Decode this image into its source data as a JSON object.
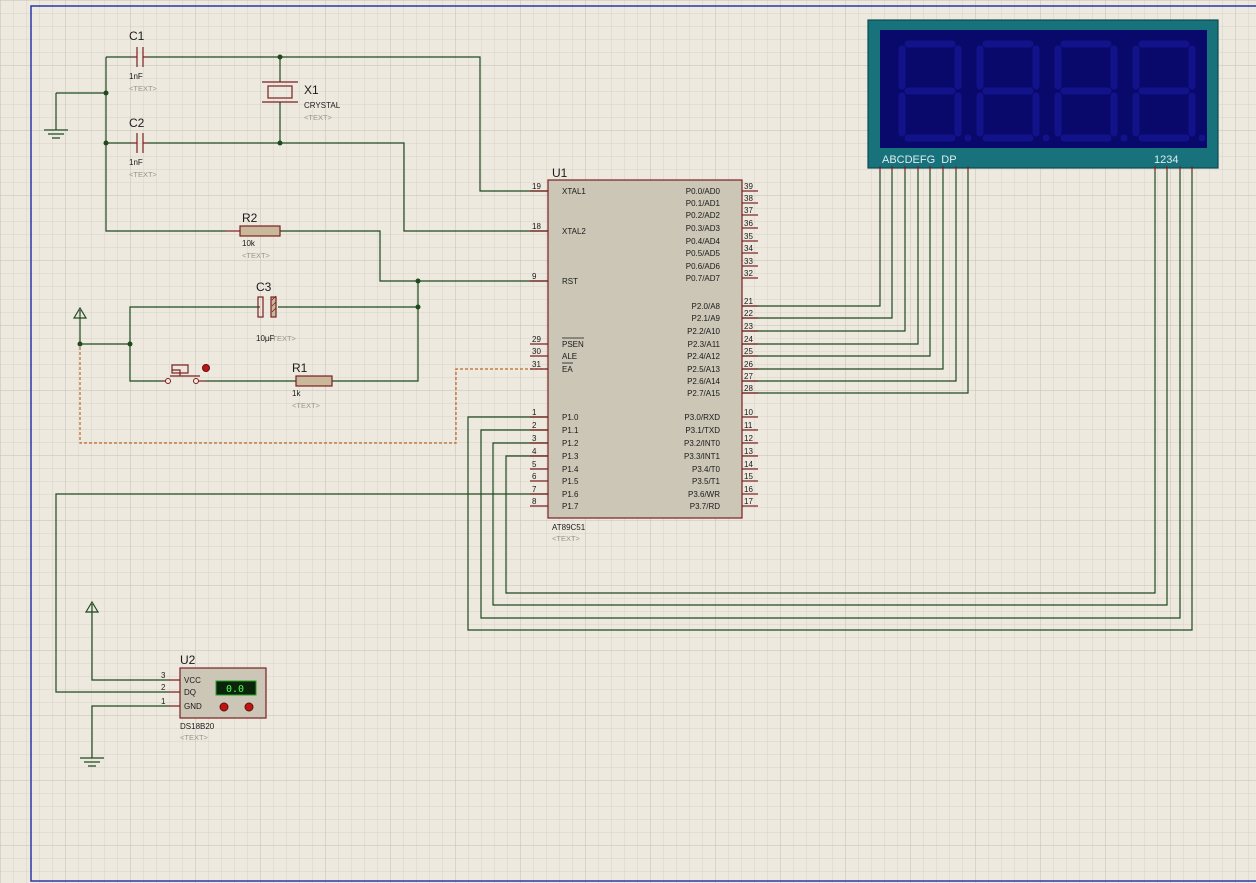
{
  "colors": {
    "grid_minor": "#d6d2c8",
    "grid_major": "#c3bfb4",
    "wire": "#1f4a1f",
    "component": "#7a2020",
    "chip_body": "#cbc6b6",
    "display_outer": "#17727c",
    "display_inner": "#09096c",
    "display_segments": "#12128a",
    "dashed_wire": "#c06a28",
    "sheet_border": "#2b37a6"
  },
  "components": {
    "c1": {
      "ref": "C1",
      "value": "1nF",
      "text": "<TEXT>"
    },
    "c2": {
      "ref": "C2",
      "value": "1nF",
      "text": "<TEXT>"
    },
    "c3": {
      "ref": "C3",
      "value": "10uF",
      "value_display": "10µF",
      "text": "<TEXT>"
    },
    "x1": {
      "ref": "X1",
      "value": "CRYSTAL",
      "text": "<TEXT>"
    },
    "r1": {
      "ref": "R1",
      "value": "1k",
      "text": "<TEXT>"
    },
    "r2": {
      "ref": "R2",
      "value": "10k",
      "text": "<TEXT>"
    },
    "u1": {
      "ref": "U1",
      "part": "AT89C51",
      "text": "<TEXT>",
      "left_pins": [
        {
          "num": "19",
          "name": "XTAL1"
        },
        {
          "num": "18",
          "name": "XTAL2"
        },
        {
          "num": "9",
          "name": "RST"
        },
        {
          "num": "29",
          "name": "PSEN"
        },
        {
          "num": "30",
          "name": "ALE"
        },
        {
          "num": "31",
          "name": "EA"
        },
        {
          "num": "1",
          "name": "P1.0"
        },
        {
          "num": "2",
          "name": "P1.1"
        },
        {
          "num": "3",
          "name": "P1.2"
        },
        {
          "num": "4",
          "name": "P1.3"
        },
        {
          "num": "5",
          "name": "P1.4"
        },
        {
          "num": "6",
          "name": "P1.5"
        },
        {
          "num": "7",
          "name": "P1.6"
        },
        {
          "num": "8",
          "name": "P1.7"
        }
      ],
      "right_pins": [
        {
          "num": "39",
          "name": "P0.0/AD0"
        },
        {
          "num": "38",
          "name": "P0.1/AD1"
        },
        {
          "num": "37",
          "name": "P0.2/AD2"
        },
        {
          "num": "36",
          "name": "P0.3/AD3"
        },
        {
          "num": "35",
          "name": "P0.4/AD4"
        },
        {
          "num": "34",
          "name": "P0.5/AD5"
        },
        {
          "num": "33",
          "name": "P0.6/AD6"
        },
        {
          "num": "32",
          "name": "P0.7/AD7"
        },
        {
          "num": "21",
          "name": "P2.0/A8"
        },
        {
          "num": "22",
          "name": "P2.1/A9"
        },
        {
          "num": "23",
          "name": "P2.2/A10"
        },
        {
          "num": "24",
          "name": "P2.3/A11"
        },
        {
          "num": "25",
          "name": "P2.4/A12"
        },
        {
          "num": "26",
          "name": "P2.5/A13"
        },
        {
          "num": "27",
          "name": "P2.6/A14"
        },
        {
          "num": "28",
          "name": "P2.7/A15"
        },
        {
          "num": "10",
          "name": "P3.0/RXD"
        },
        {
          "num": "11",
          "name": "P3.1/TXD"
        },
        {
          "num": "12",
          "name": "P3.2/INT0"
        },
        {
          "num": "13",
          "name": "P3.3/INT1"
        },
        {
          "num": "14",
          "name": "P3.4/T0"
        },
        {
          "num": "15",
          "name": "P3.5/T1"
        },
        {
          "num": "16",
          "name": "P3.6/WR"
        },
        {
          "num": "17",
          "name": "P3.7/RD"
        }
      ]
    },
    "u2": {
      "ref": "U2",
      "part": "DS18B20",
      "text": "<TEXT>",
      "readout": "0.0",
      "pins": [
        {
          "num": "3",
          "name": "VCC"
        },
        {
          "num": "2",
          "name": "DQ"
        },
        {
          "num": "1",
          "name": "GND"
        }
      ]
    },
    "display": {
      "segment_label": "ABCDEFG  DP",
      "digit_label": "1234",
      "digit_count": 4
    }
  }
}
